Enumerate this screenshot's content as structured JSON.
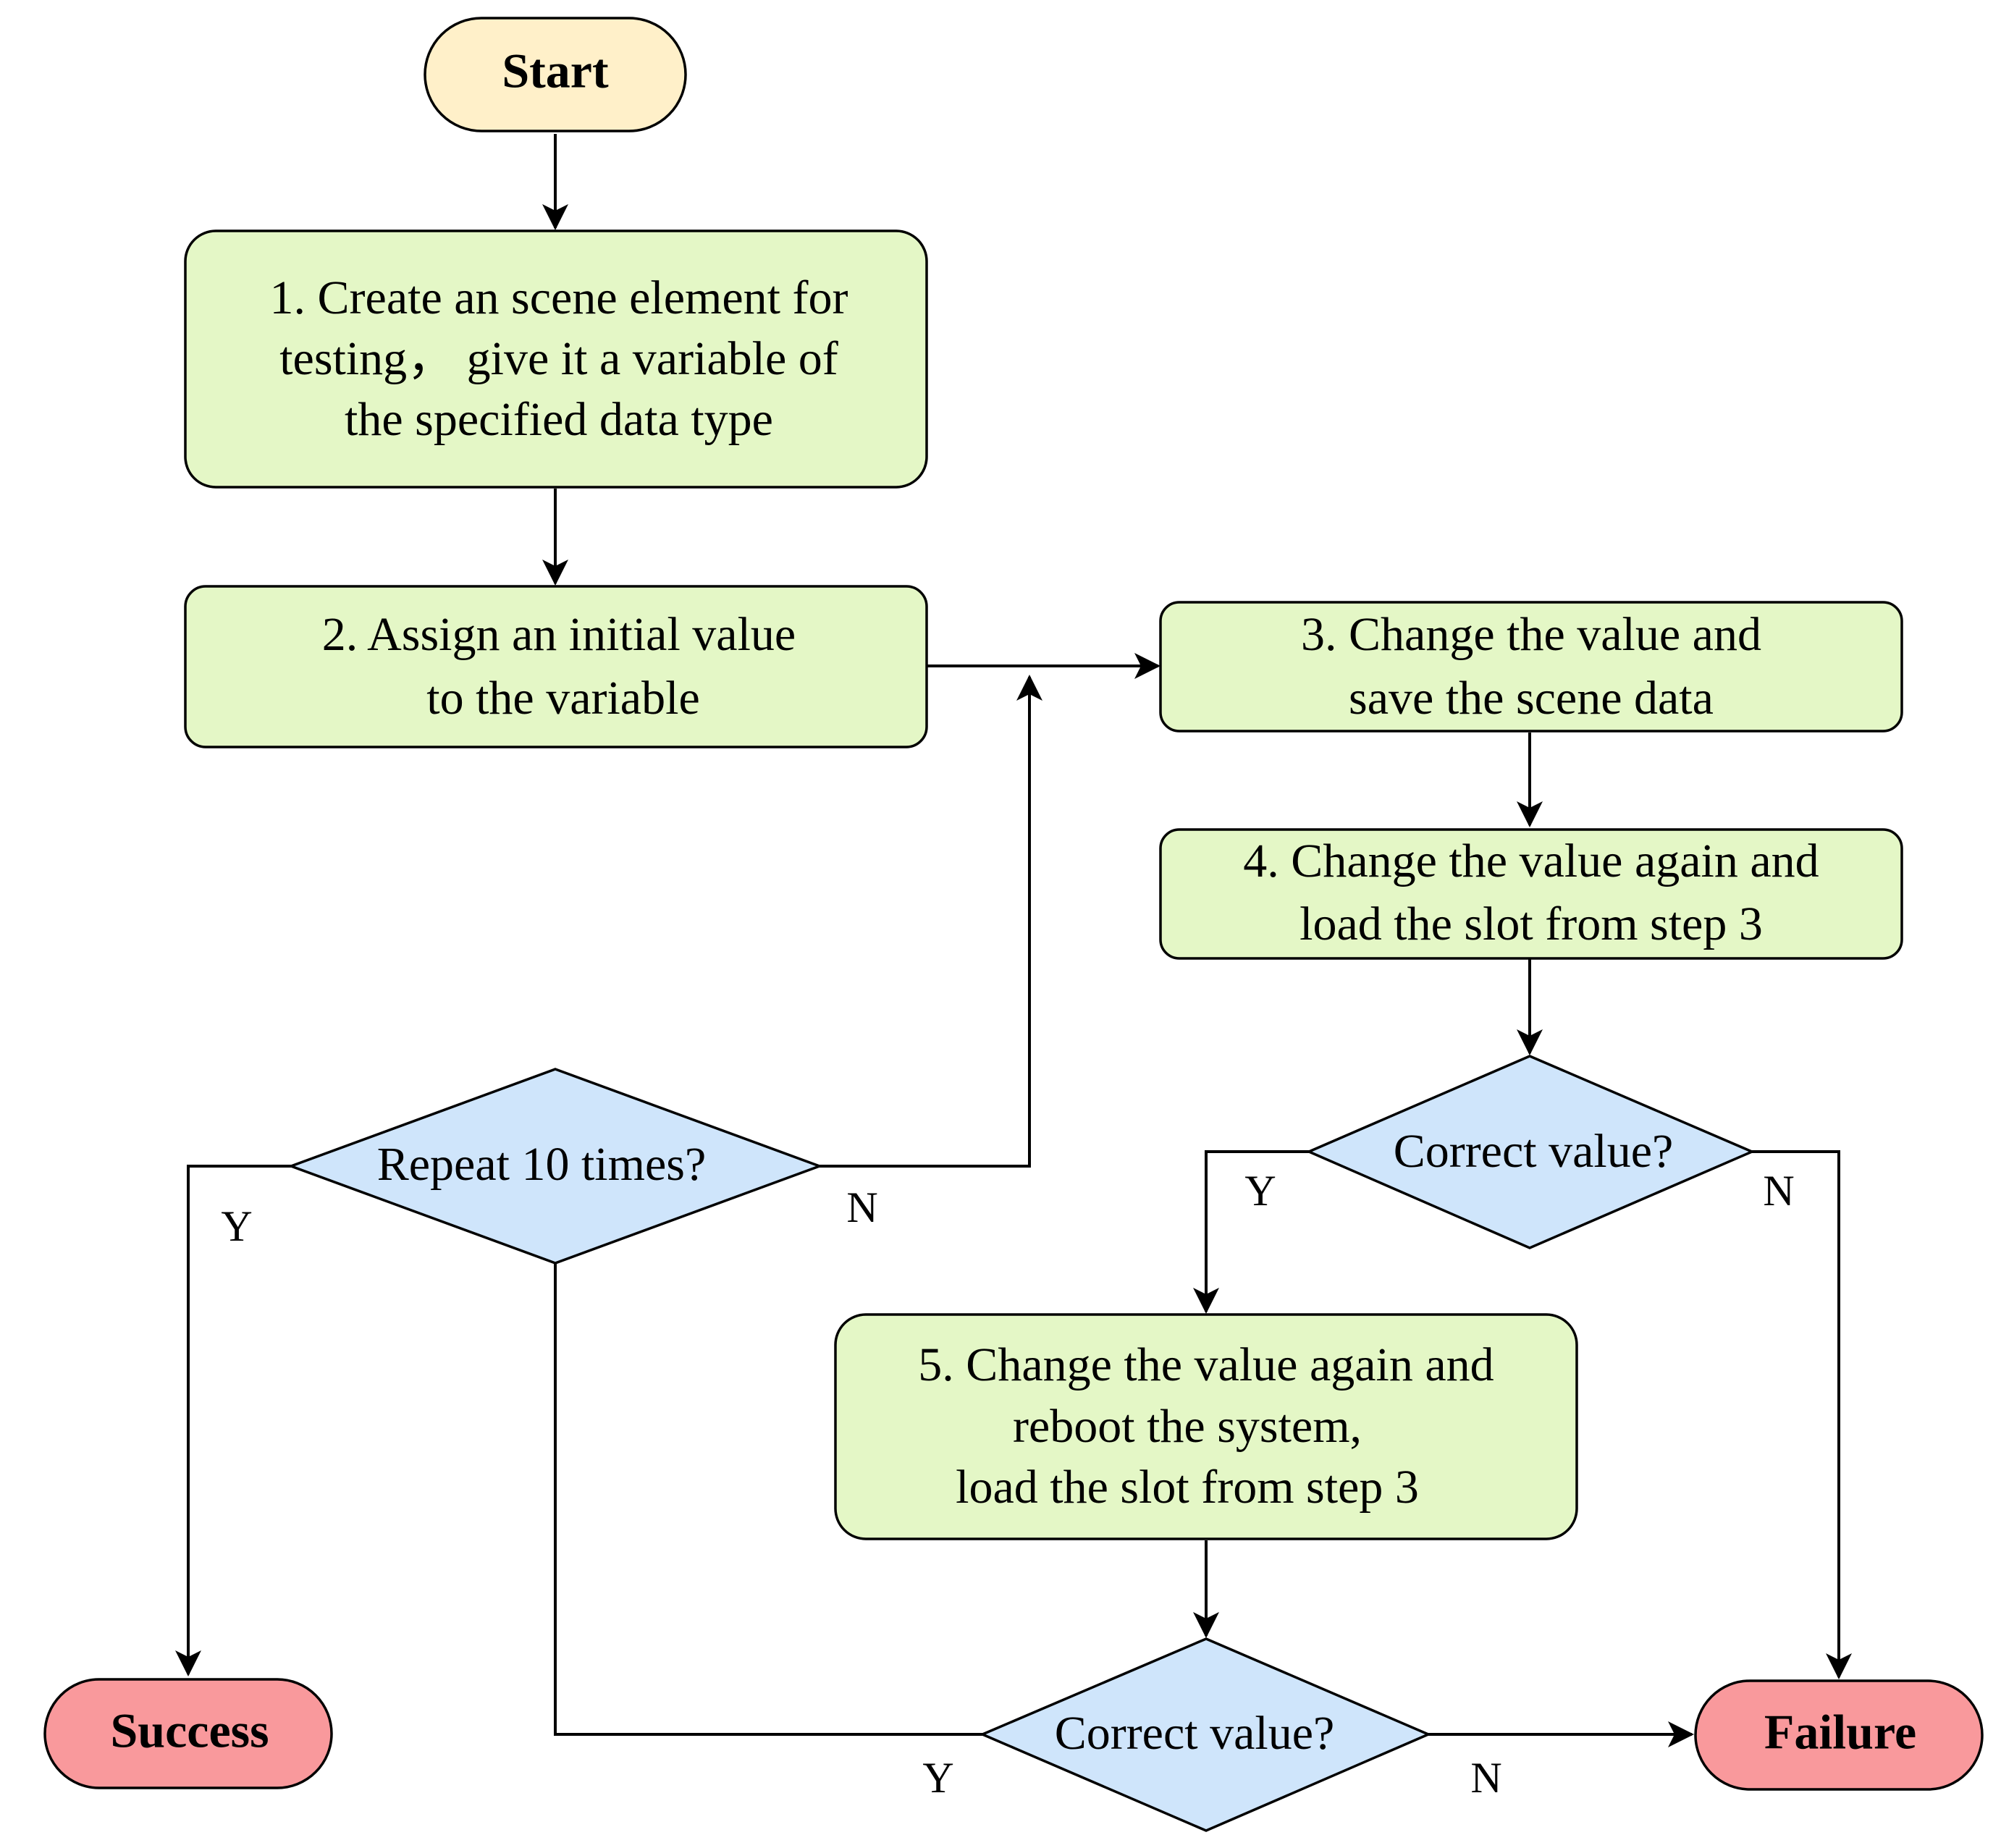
{
  "colors": {
    "start_fill": "#fff0c9",
    "process_fill": "#e4f7c6",
    "decision_fill": "#cfe5fb",
    "end_fill": "#f9999c",
    "stroke": "#000000"
  },
  "nodes": {
    "start": {
      "label": "Start"
    },
    "step1": {
      "lines": [
        "1. Create an scene element for",
        "testing， give it a variable of",
        "the specified data type"
      ]
    },
    "step2": {
      "lines": [
        "2. Assign an initial value",
        "to the variable"
      ]
    },
    "step3": {
      "lines": [
        "3. Change the value and",
        "save the scene data"
      ]
    },
    "step4": {
      "lines": [
        "4. Change the value again and",
        "load the slot from step 3"
      ]
    },
    "step5": {
      "lines": [
        "5. Change the value again and",
        "reboot the system,",
        "load the slot from step 3"
      ]
    },
    "repeat": {
      "label": "Repeat 10 times?"
    },
    "check1": {
      "label": "Correct value?"
    },
    "check2": {
      "label": "Correct value?"
    },
    "success": {
      "label": "Success"
    },
    "failure": {
      "label": "Failure"
    }
  },
  "edge_labels": {
    "repeat_yes": "Y",
    "repeat_no": "N",
    "check1_yes": "Y",
    "check1_no": "N",
    "check2_yes": "Y",
    "check2_no": "N"
  }
}
